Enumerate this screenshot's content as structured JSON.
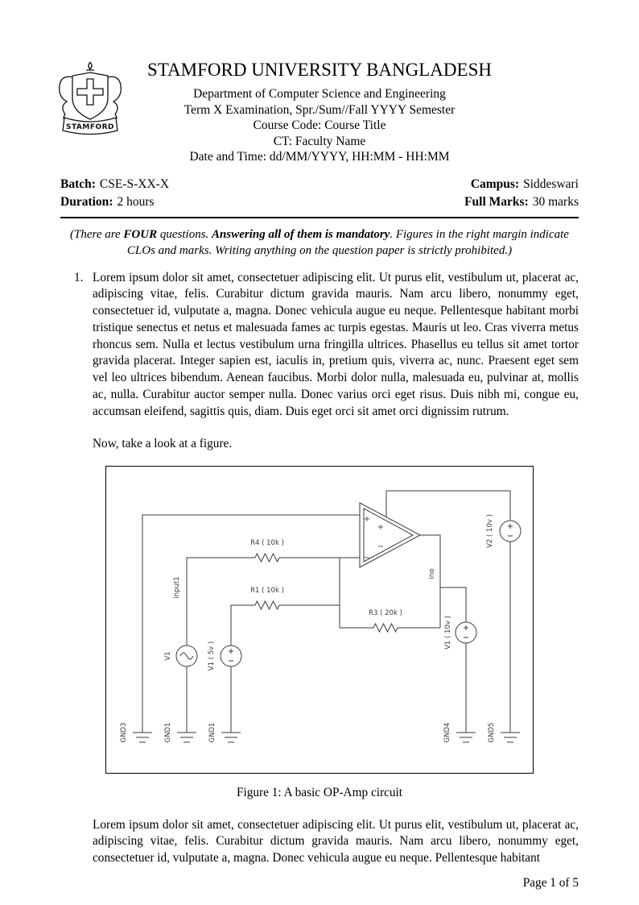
{
  "logo": {
    "banner": "STAMFORD"
  },
  "header": {
    "university": "STAMFORD UNIVERSITY BANGLADESH",
    "department": "Department of Computer Science and Engineering",
    "term_line": "Term X Examination, Spr./Sum//Fall YYYY Semester",
    "course_line": "Course Code: Course Title",
    "ct_line": "CT: Faculty Name",
    "datetime_line": "Date and Time: dd/MM/YYYY, HH:MM - HH:MM"
  },
  "meta": {
    "batch_label": "Batch:",
    "batch_value": "CSE-S-XX-X",
    "duration_label": "Duration:",
    "duration_value": "2 hours",
    "campus_label": "Campus:",
    "campus_value": "Siddeswari",
    "marks_label": "Full Marks:",
    "marks_value": "30 marks"
  },
  "instructions": {
    "seg1": "(There are ",
    "bold1": "FOUR",
    "seg2": " questions. ",
    "bold2": "Answering all of them is mandatory",
    "seg3": ". Figures in the right margin indicate CLOs and marks. Writing anything on the question paper is strictly prohibited.)"
  },
  "question1": {
    "number": "1.",
    "text": "Lorem ipsum dolor sit amet, consectetuer adipiscing elit. Ut purus elit, vestibulum ut, placerat ac, adipiscing vitae, felis. Curabitur dictum gravida mauris. Nam arcu libero, nonummy eget, consectetuer id, vulputate a, magna. Donec vehicula augue eu neque. Pellentesque habitant morbi tristique senectus et netus et malesuada fames ac turpis egestas. Mauris ut leo. Cras viverra metus rhoncus sem. Nulla et lectus vestibulum urna fringilla ultrices. Phasellus eu tellus sit amet tortor gravida placerat. Integer sapien est, iaculis in, pretium quis, viverra ac, nunc. Praesent eget sem vel leo ultrices bibendum. Aenean faucibus. Morbi dolor nulla, malesuada eu, pulvinar at, mollis ac, nulla. Curabitur auctor semper nulla. Donec varius orci eget risus. Duis nibh mi, congue eu, accumsan eleifend, sagittis quis, diam. Duis eget orci sit amet orci dignissim rutrum.",
    "figure_intro": "Now, take a look at a figure."
  },
  "figure": {
    "caption": "Figure 1: A basic OP-Amp circuit",
    "labels": {
      "r4": "R4 ( 10k )",
      "r1": "R1 ( 10k )",
      "r3": "R3 ( 20k )",
      "v1": "V1",
      "v1_5v": "V1 ( 5v )",
      "v2_10v": "V2 ( 10v )",
      "v1_10v": "V1 ( 10v )",
      "input1": "input1",
      "ino": "ino",
      "gnd3": "GND3",
      "gnd1a": "GND1",
      "gnd1b": "GND1",
      "gnd4": "GND4",
      "gnd5": "GND5",
      "plus": "+",
      "minus": "−"
    }
  },
  "after_figure_text": "Lorem ipsum dolor sit amet, consectetuer adipiscing elit. Ut purus elit, vestibulum ut, placerat ac, adipiscing vitae, felis. Curabitur dictum gravida mauris. Nam arcu libero, nonummy eget, consectetuer id, vulputate a, magna. Donec vehicula augue eu neque. Pellentesque habitant",
  "footer": {
    "page_indicator": "Page 1 of 5"
  }
}
